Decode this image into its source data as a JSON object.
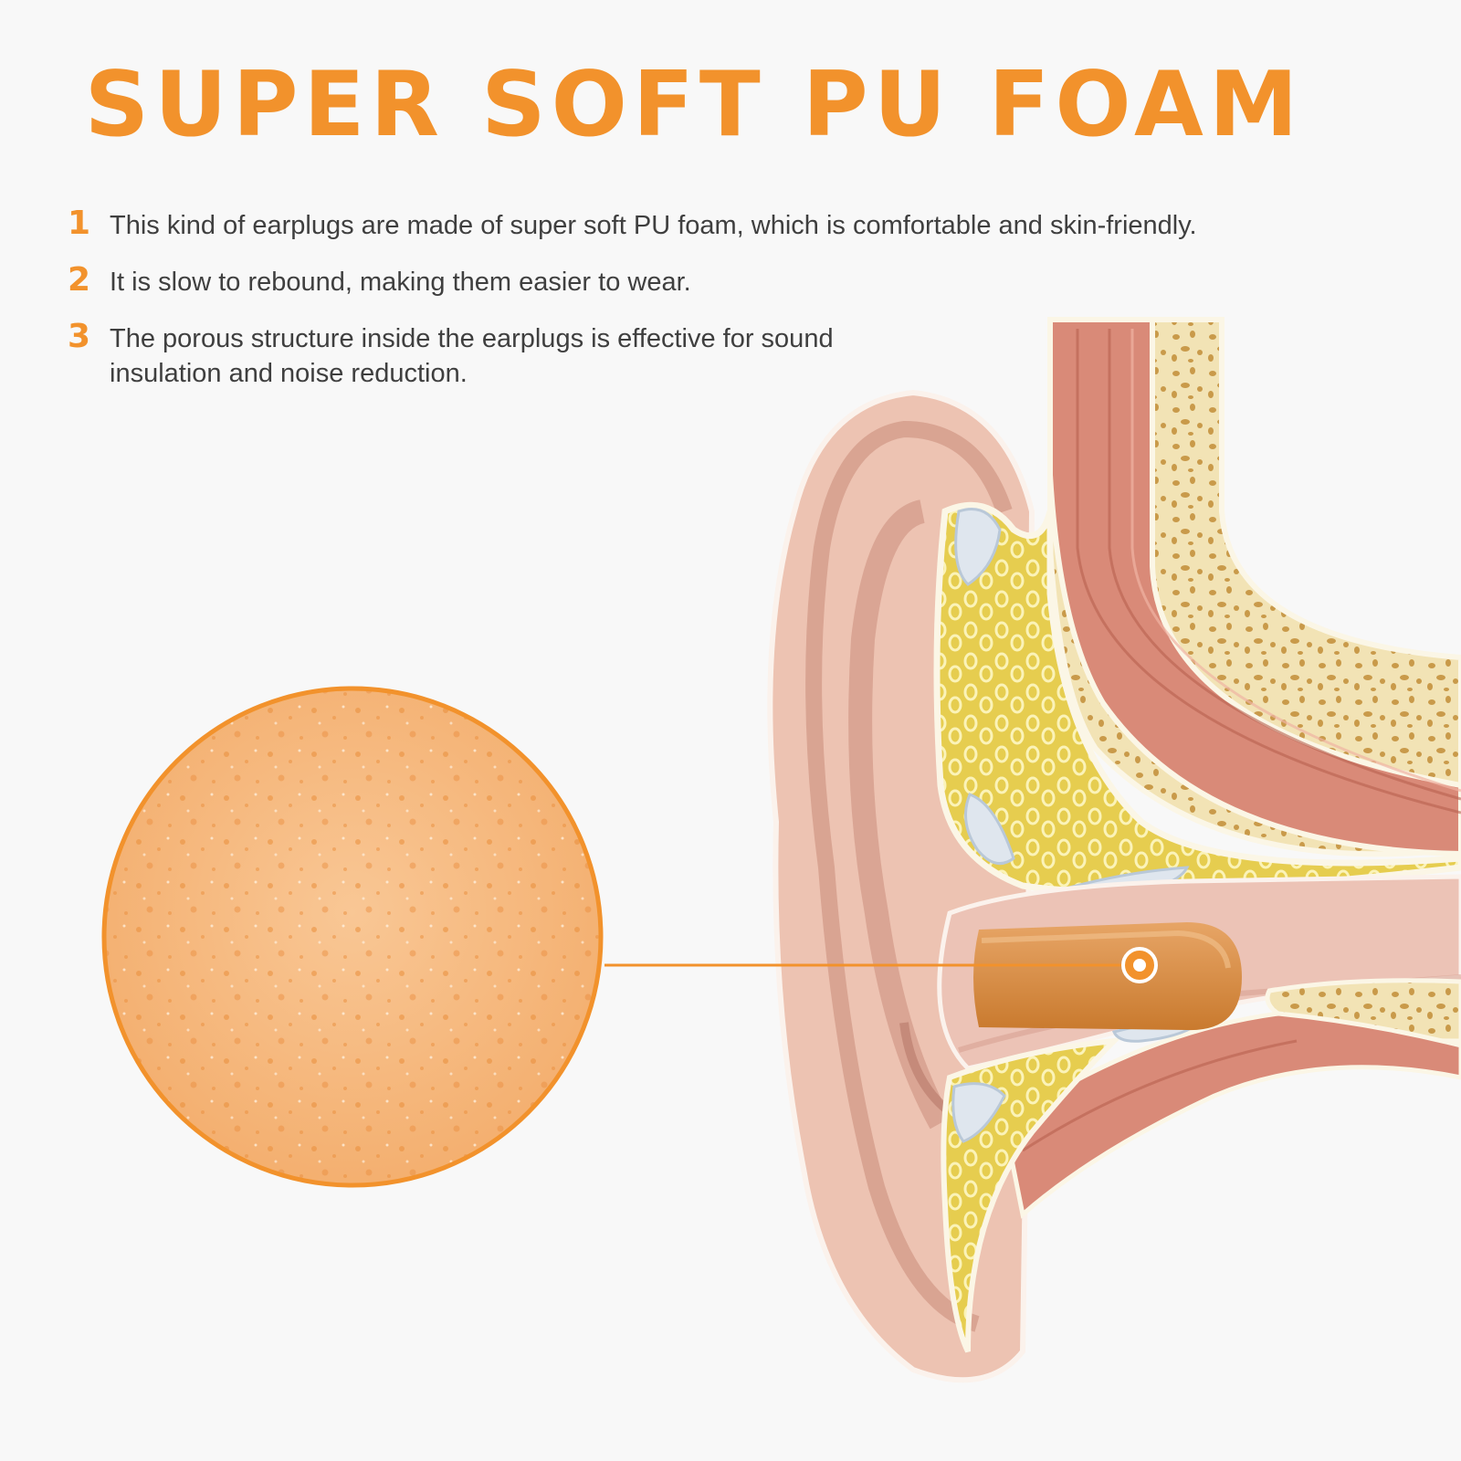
{
  "title": "SUPER SOFT PU FOAM",
  "features": [
    {
      "number": "1",
      "text": "This kind of earplugs are made of super soft PU foam, which is comfortable and skin-friendly."
    },
    {
      "number": "2",
      "text": "It is slow to rebound, making them easier to wear."
    },
    {
      "number": "3",
      "text": "The porous structure inside the earplugs is effective for sound insulation and noise reduction."
    }
  ],
  "colors": {
    "accent": "#f2922c",
    "text": "#3f3f3f",
    "background": "#f8f8f8",
    "foam": "#f5b87a",
    "skin": "#edc3b2",
    "bone": "#f2e3b5",
    "cartilage": "#e8cf55",
    "muscle": "#d98a78"
  },
  "illustration": {
    "subject": "ear-canal-cross-section",
    "magnifier": "foam-texture-closeup",
    "earplug": "orange-foam-earplug"
  }
}
